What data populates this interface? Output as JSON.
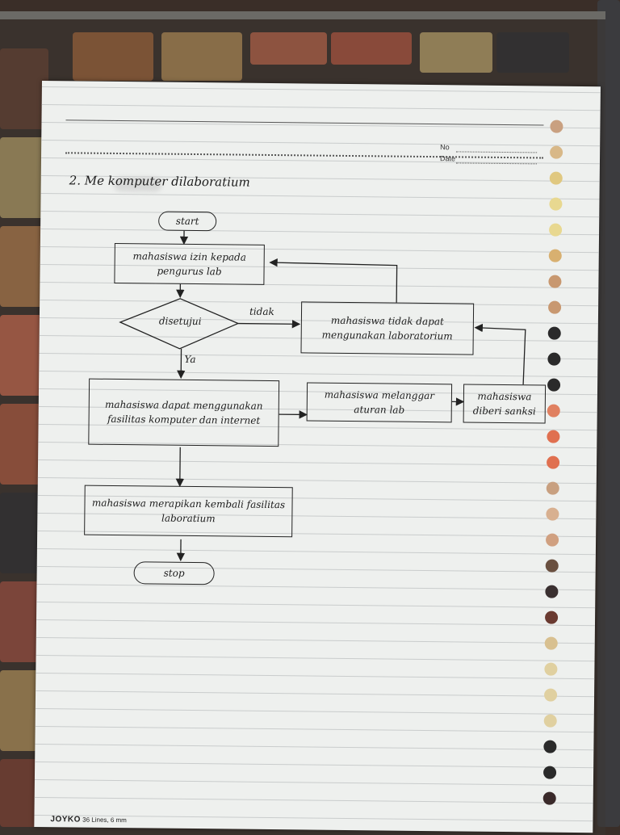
{
  "header": {
    "no_label": "No",
    "date_label": "Date"
  },
  "title": "2. Me          komputer dilaboratium",
  "diagram": {
    "start": "start",
    "request": "mahasiswa izin kepada pengurus lab",
    "decision": "disetujui",
    "no_label": "tidak",
    "yes_label": "Ya",
    "denied": "mahasiswa tidak dapat mengunakan laboratorium",
    "use": "mahasiswa dapat menggunakan fasilitas komputer dan internet",
    "violate": "mahasiswa melanggar aturan lab",
    "sanction": "mahasiswa diberi sanksi",
    "return": "mahasiswa merapikan kembali fasilitas laboratium",
    "stop": "stop"
  },
  "footer": {
    "brand": "JOYKO",
    "note": "36 Lines, 6 mm"
  },
  "colors": {
    "paper": "#eef0ee",
    "ink": "#1d1d1d",
    "lines": "#c9cccc"
  }
}
